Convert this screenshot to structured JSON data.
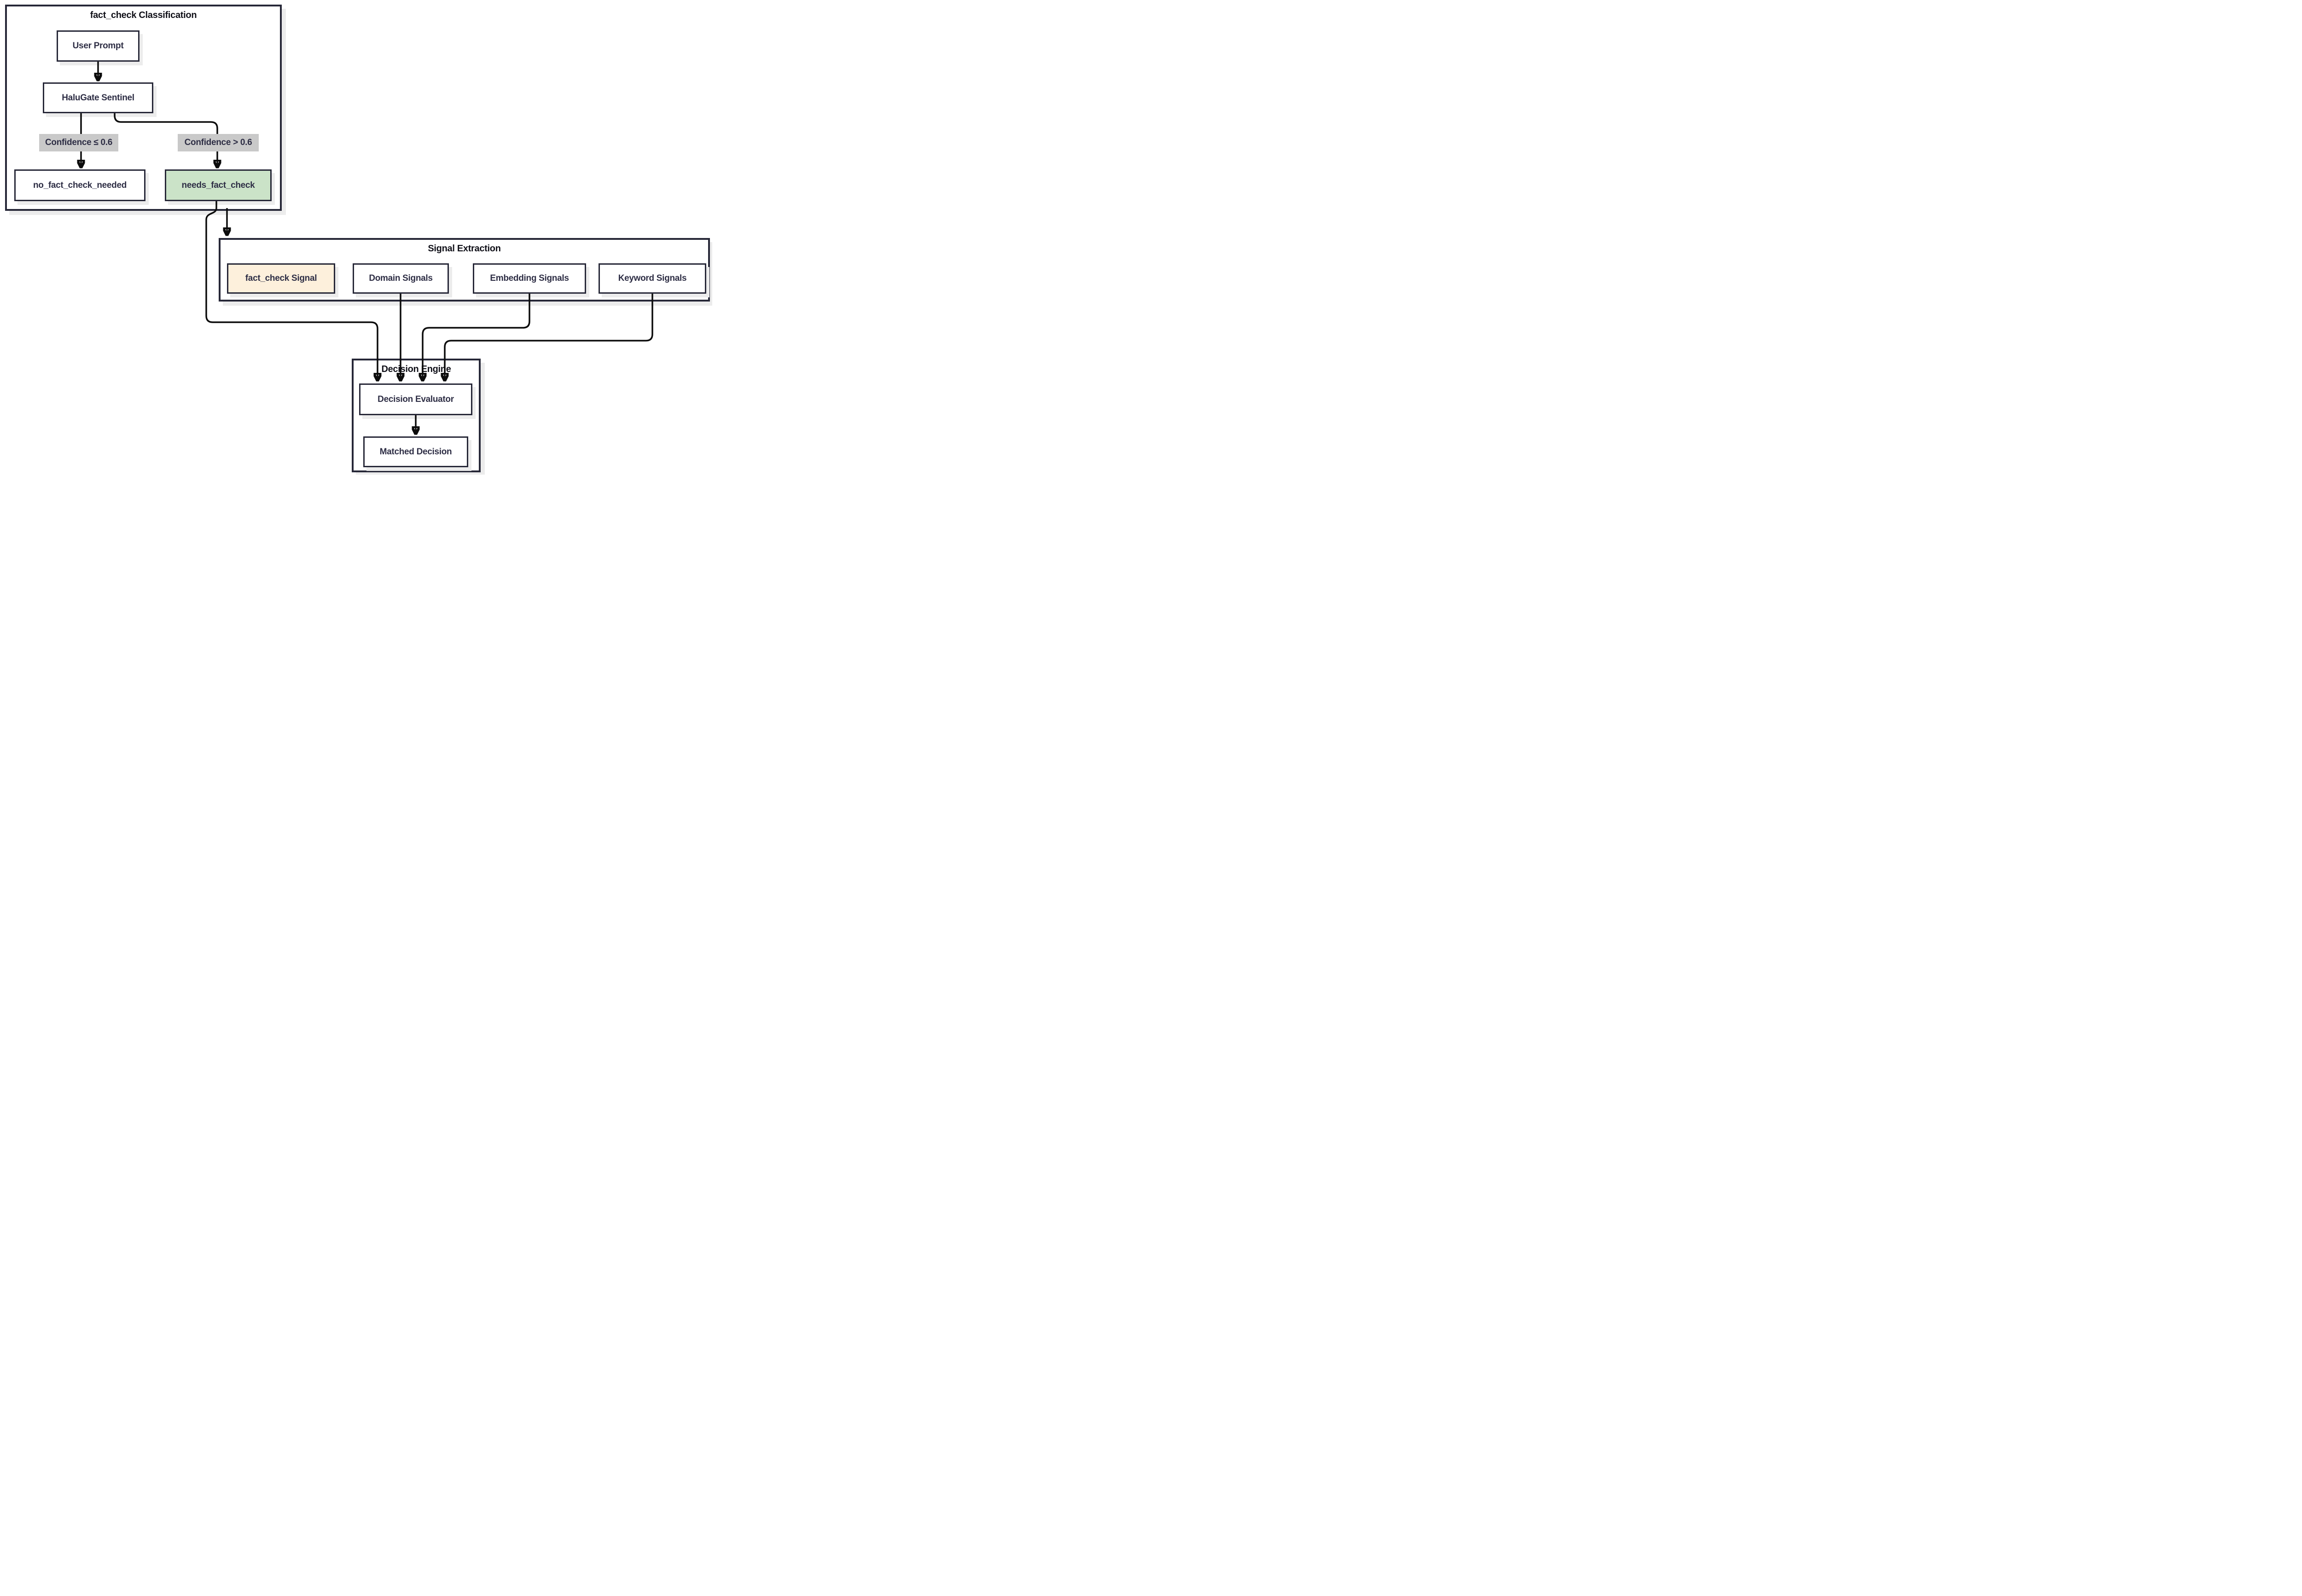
{
  "diagram": {
    "clusters": [
      {
        "title": "fact_check Classification"
      },
      {
        "title": "Signal Extraction"
      },
      {
        "title": "Decision Engine"
      }
    ],
    "nodes": {
      "user_prompt": {
        "label": "User Prompt"
      },
      "halugate_sentinel": {
        "label": "HaluGate Sentinel"
      },
      "no_fact_check_needed": {
        "label": "no_fact_check_needed"
      },
      "needs_fact_check": {
        "label": "needs_fact_check",
        "fill": "#cbe3c8"
      },
      "fact_check_signal": {
        "label": "fact_check Signal",
        "fill": "#fdf0dc"
      },
      "domain_signals": {
        "label": "Domain Signals"
      },
      "embedding_signals": {
        "label": "Embedding Signals"
      },
      "keyword_signals": {
        "label": "Keyword Signals"
      },
      "decision_evaluator": {
        "label": "Decision Evaluator"
      },
      "matched_decision": {
        "label": "Matched Decision"
      }
    },
    "edge_labels": [
      {
        "text": "Confidence ≤ 0.6"
      },
      {
        "text": "Confidence > 0.6"
      }
    ],
    "edges": [
      {
        "from": "User Prompt",
        "to": "HaluGate Sentinel"
      },
      {
        "from": "HaluGate Sentinel",
        "to": "no_fact_check_needed",
        "label": "Confidence ≤ 0.6"
      },
      {
        "from": "HaluGate Sentinel",
        "to": "needs_fact_check",
        "label": "Confidence > 0.6"
      },
      {
        "from": "needs_fact_check",
        "to": "Signal Extraction"
      },
      {
        "from": "needs_fact_check",
        "to": "Decision Evaluator"
      },
      {
        "from": "Domain Signals",
        "to": "Decision Evaluator"
      },
      {
        "from": "Embedding Signals",
        "to": "Decision Evaluator"
      },
      {
        "from": "Keyword Signals",
        "to": "Decision Evaluator"
      },
      {
        "from": "Decision Evaluator",
        "to": "Matched Decision"
      }
    ],
    "colors": {
      "background": "#ffffff",
      "node_border": "#272838",
      "node_text": "#2e2e45",
      "cluster_title_text": "#101018",
      "edge_line": "#0c0c0c",
      "edge_label_bg": "#c9c9c9",
      "highlight_green": "#cbe3c8",
      "highlight_peach": "#fdf0dc",
      "shadow": "#ececec"
    }
  }
}
